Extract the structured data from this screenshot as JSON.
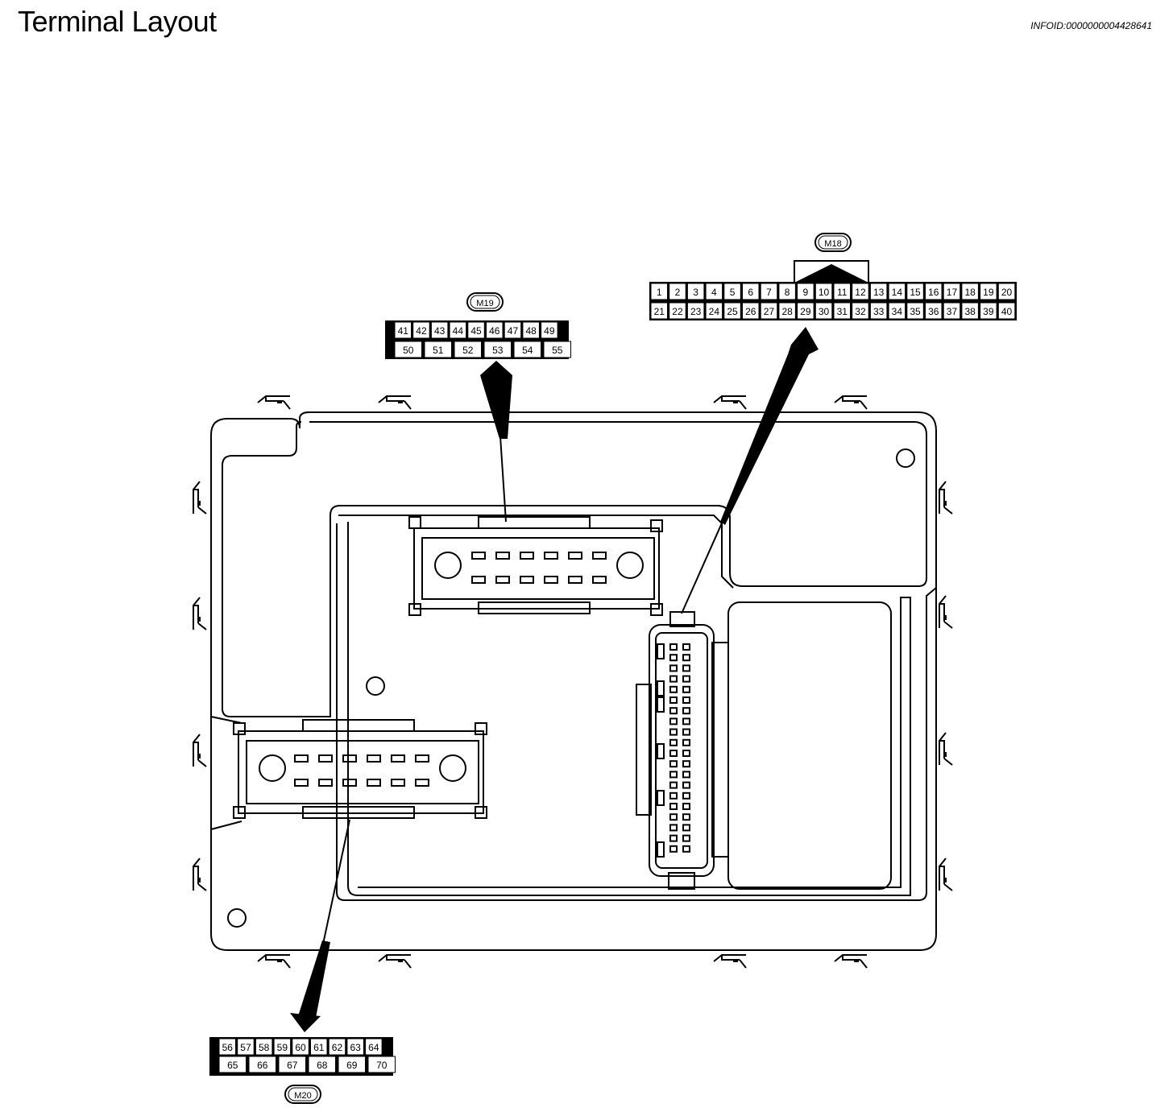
{
  "page": {
    "title": "Terminal Layout",
    "info_id": "INFOID:0000000004428641"
  },
  "connectors": {
    "m18": {
      "label": "M18",
      "row1": [
        "1",
        "2",
        "3",
        "4",
        "5",
        "6",
        "7",
        "8",
        "9",
        "10",
        "11",
        "12",
        "13",
        "14",
        "15",
        "16",
        "17",
        "18",
        "19",
        "20"
      ],
      "row2": [
        "21",
        "22",
        "23",
        "24",
        "25",
        "26",
        "27",
        "28",
        "29",
        "30",
        "31",
        "32",
        "33",
        "34",
        "35",
        "36",
        "37",
        "38",
        "39",
        "40"
      ]
    },
    "m19": {
      "label": "M19",
      "row1": [
        "41",
        "42",
        "43",
        "44",
        "45",
        "46",
        "47",
        "48",
        "49"
      ],
      "row2": [
        "50",
        "51",
        "52",
        "53",
        "54",
        "55"
      ]
    },
    "m20": {
      "label": "M20",
      "row1": [
        "56",
        "57",
        "58",
        "59",
        "60",
        "61",
        "62",
        "63",
        "64"
      ],
      "row2": [
        "65",
        "66",
        "67",
        "68",
        "69",
        "70"
      ]
    }
  }
}
